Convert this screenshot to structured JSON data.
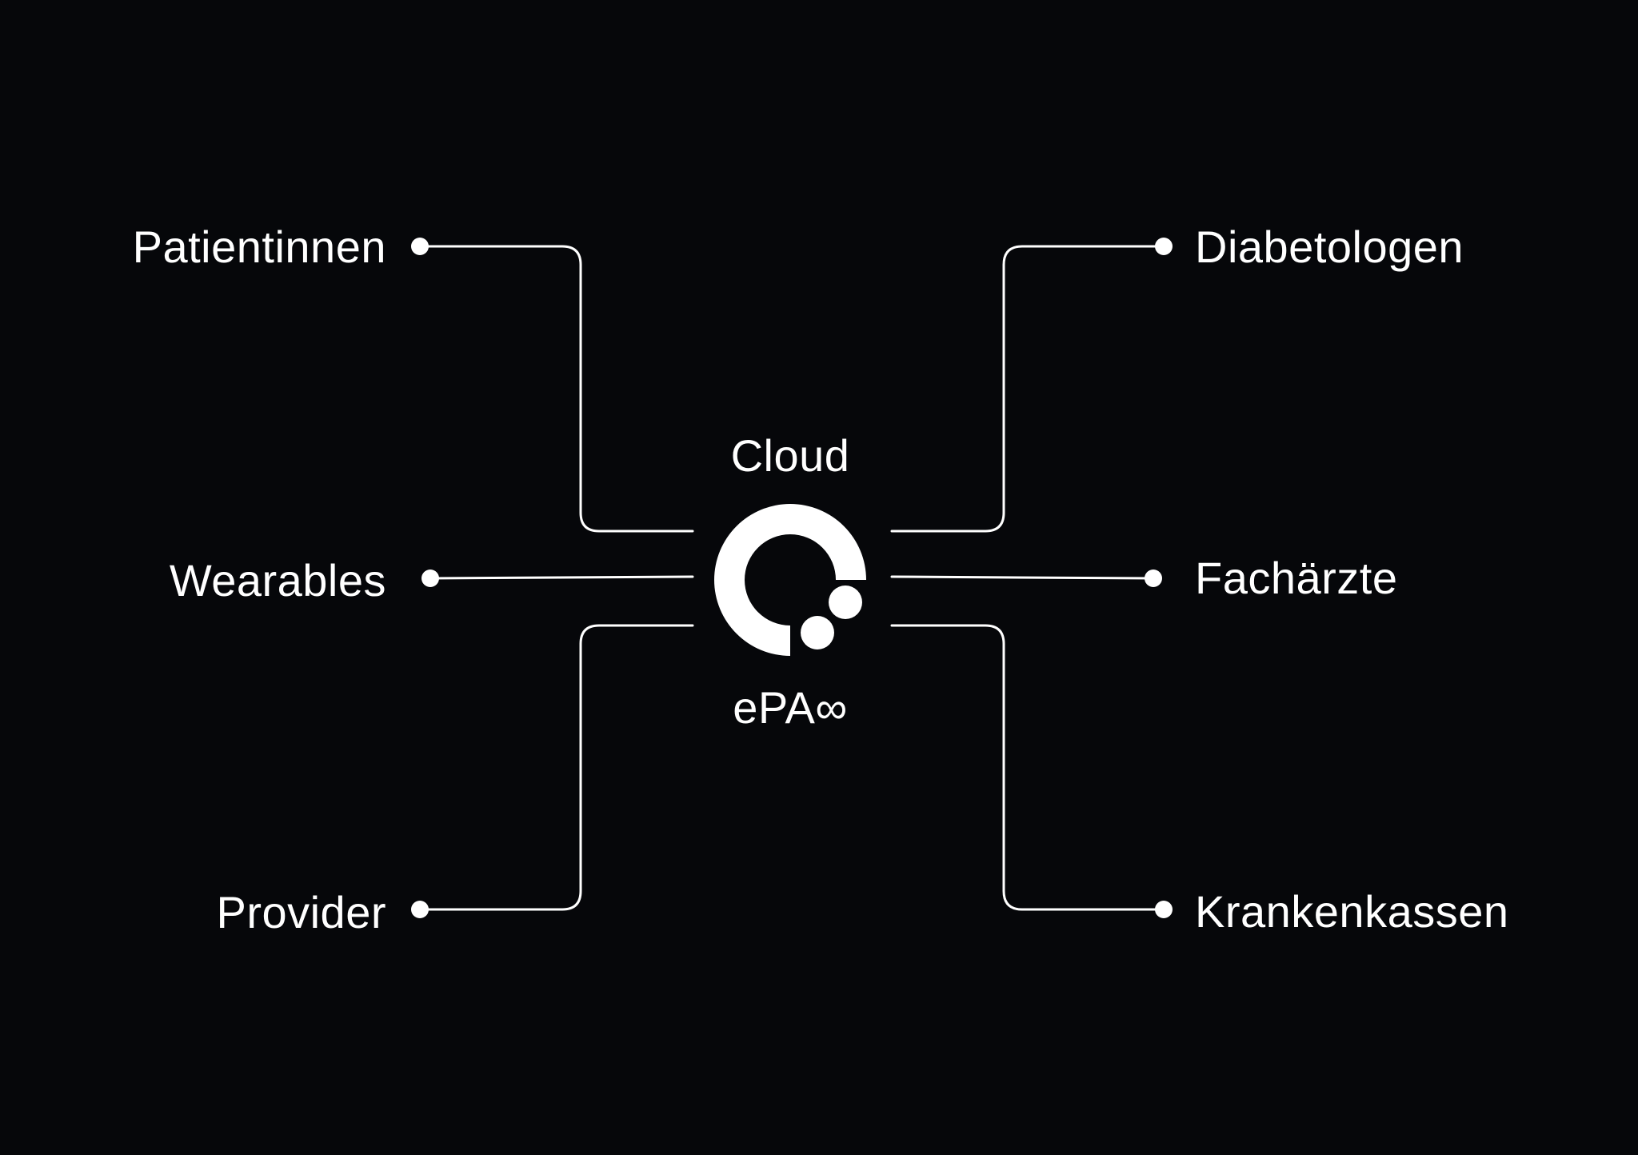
{
  "diagram": {
    "hub": {
      "top_label": "Cloud",
      "bottom_label": "ePA∞",
      "logo_icon": "epa-ring-logo-icon"
    },
    "left_nodes": [
      {
        "label": "Patientinnen"
      },
      {
        "label": "Wearables"
      },
      {
        "label": "Provider"
      }
    ],
    "right_nodes": [
      {
        "label": "Diabetologen"
      },
      {
        "label": "Fachärzte"
      },
      {
        "label": "Krankenkassen"
      }
    ],
    "colors": {
      "background": "#06070a",
      "foreground": "#ffffff"
    }
  }
}
